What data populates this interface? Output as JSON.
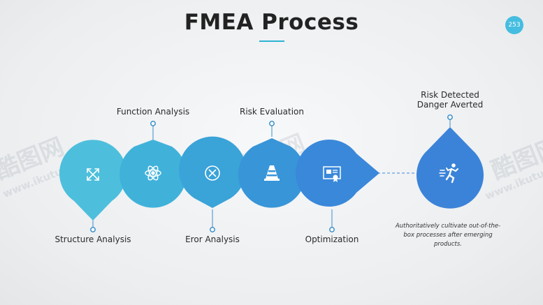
{
  "title": "FMEA Process",
  "page_number": "253",
  "steps": [
    {
      "label": "Structure Analysis",
      "icon": "expand-arrows-icon",
      "color": "#4dbfdc"
    },
    {
      "label": "Function Analysis",
      "icon": "atom-icon",
      "color": "#40b2da"
    },
    {
      "label": "Eror Analysis",
      "icon": "close-circle-icon",
      "color": "#3aa3d8"
    },
    {
      "label": "Risk Evaluation",
      "icon": "traffic-cone-icon",
      "color": "#3895d8"
    },
    {
      "label": "Optimization",
      "icon": "certificate-icon",
      "color": "#3a88da"
    }
  ],
  "final": {
    "label_line1": "Risk Detected",
    "label_line2": "Danger Averted",
    "icon": "running-person-icon",
    "color": "#3b83d8",
    "description": "Authoritatively cultivate out-of-the-box processes after emerging products."
  },
  "watermark": {
    "brand": "酷图网",
    "url": "www.ikutu.com"
  }
}
